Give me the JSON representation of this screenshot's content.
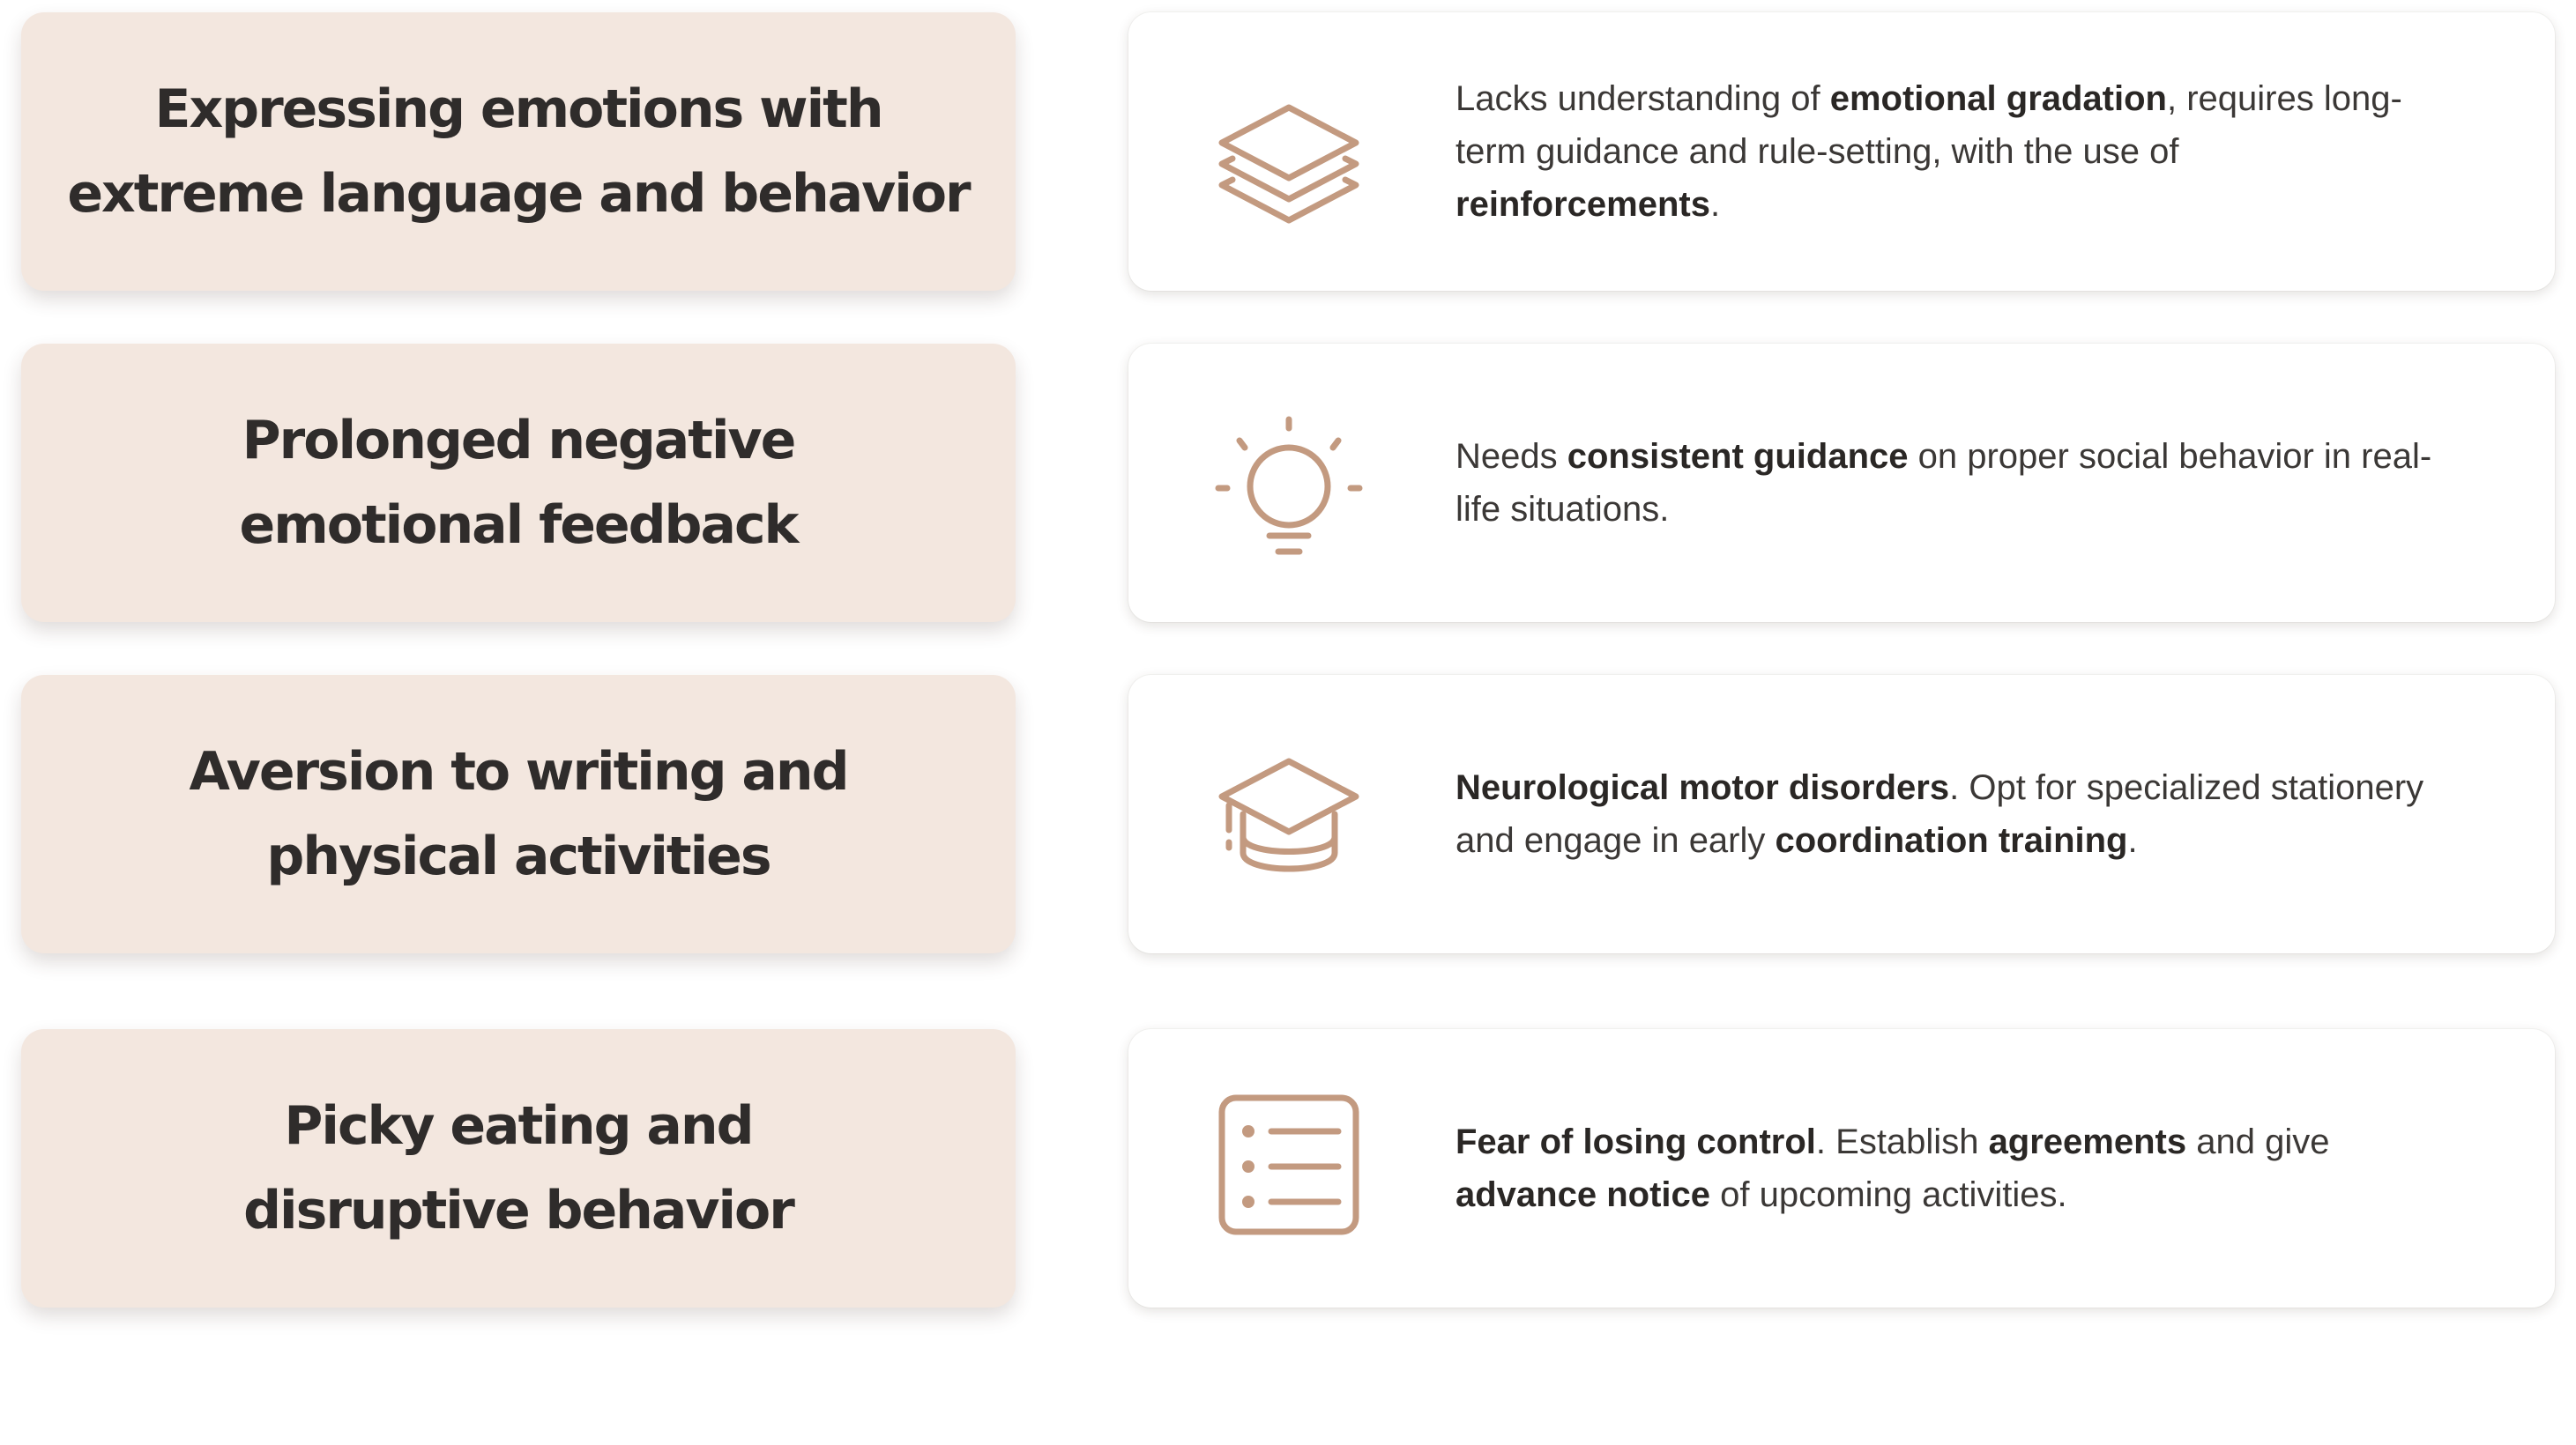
{
  "accent_color": "#c39a80",
  "rows": [
    {
      "label": "Expressing emotions with extreme language and behavior",
      "icon": "layers-icon",
      "desc": [
        {
          "text": "Lacks understanding of ",
          "bold": false
        },
        {
          "text": "emotional gradation",
          "bold": true
        },
        {
          "text": ", requires long-term guidance and rule-setting, with the use of ",
          "bold": false
        },
        {
          "text": "reinforcements",
          "bold": true
        },
        {
          "text": ".",
          "bold": false
        }
      ]
    },
    {
      "label": "Prolonged negative emotional feedback",
      "icon": "lightbulb-icon",
      "desc": [
        {
          "text": "Needs ",
          "bold": false
        },
        {
          "text": "consistent guidance",
          "bold": true
        },
        {
          "text": " on proper social behavior in real-life situations.",
          "bold": false
        }
      ]
    },
    {
      "label": "Aversion to writing and physical activities",
      "icon": "graduation-cap-icon",
      "desc": [
        {
          "text": "Neurological motor disorders",
          "bold": true
        },
        {
          "text": ". Opt for specialized stationery and engage in early ",
          "bold": false
        },
        {
          "text": "coordination training",
          "bold": true
        },
        {
          "text": ".",
          "bold": false
        }
      ]
    },
    {
      "label": "Picky eating and disruptive behavior",
      "icon": "list-icon",
      "desc": [
        {
          "text": "Fear of losing control",
          "bold": true
        },
        {
          "text": ". Establish ",
          "bold": false
        },
        {
          "text": "agreements",
          "bold": true
        },
        {
          "text": " and give ",
          "bold": false
        },
        {
          "text": "advance notice",
          "bold": true
        },
        {
          "text": " of upcoming activities.",
          "bold": false
        }
      ]
    }
  ]
}
